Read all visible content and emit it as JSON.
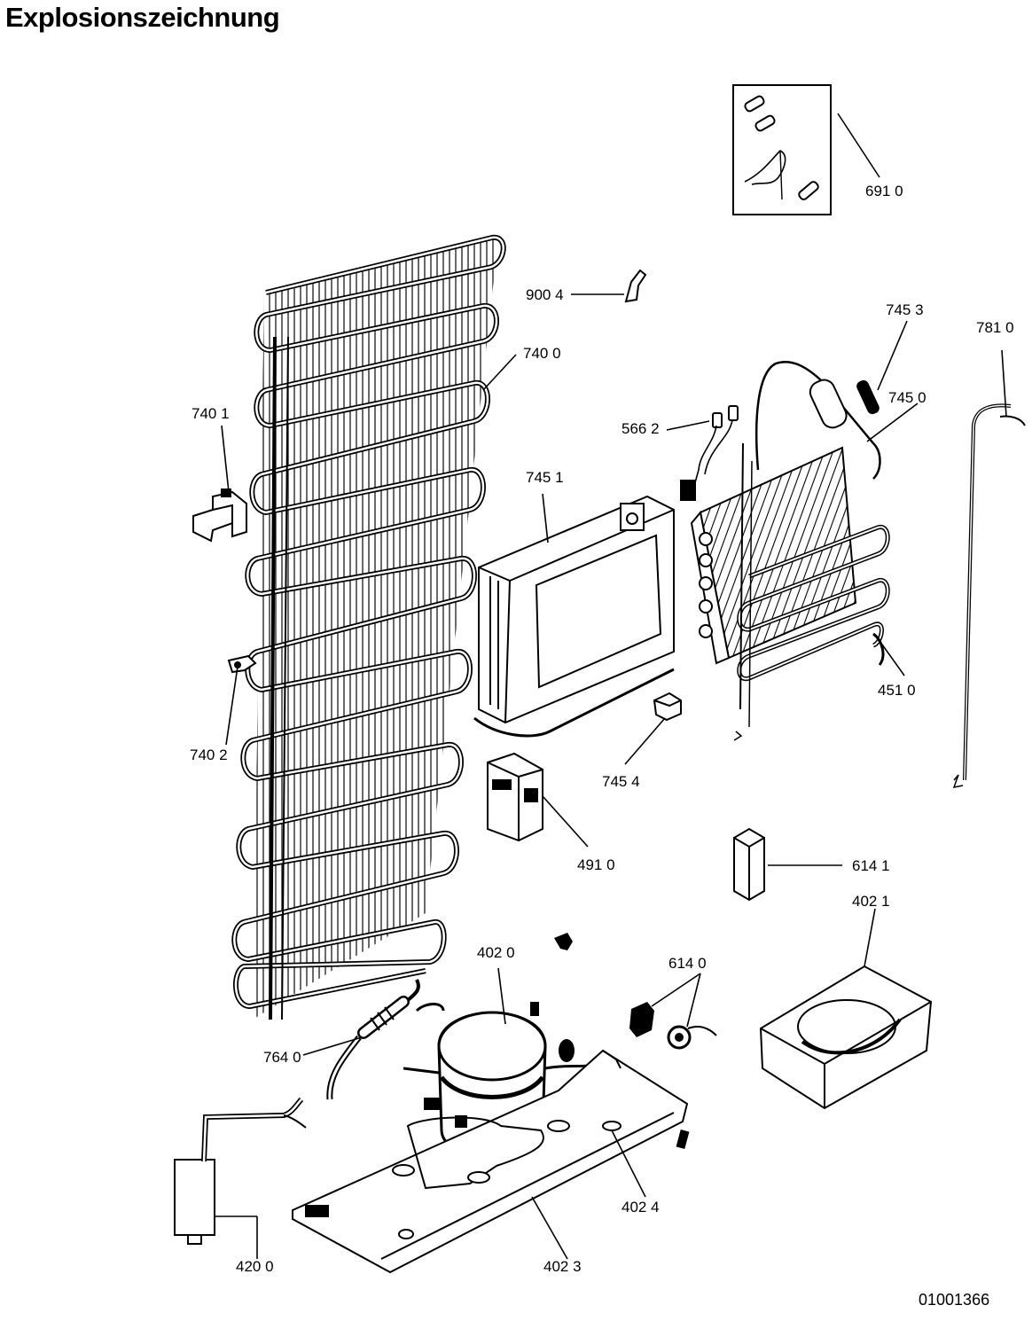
{
  "title": "Explosionszeichnung",
  "document_number": "01001366",
  "labels": {
    "p6910": "691 0",
    "p9004": "900 4",
    "p7453": "745  3",
    "p7810": "781  0",
    "p7400": "740 0",
    "p7401": "740 1",
    "p7450": "745 0",
    "p5662": "566  2",
    "p7451": "745 1",
    "p4510": "451 0",
    "p7402": "740 2",
    "p7454": "745 4",
    "p4910": "491  0",
    "p6141": "614  1",
    "p4021": "402  1",
    "p4020": "402 0",
    "p6140": "614  0",
    "p7640": "764 0",
    "p4024": "402  4",
    "p4200": "420 0",
    "p4023": "402 3"
  }
}
